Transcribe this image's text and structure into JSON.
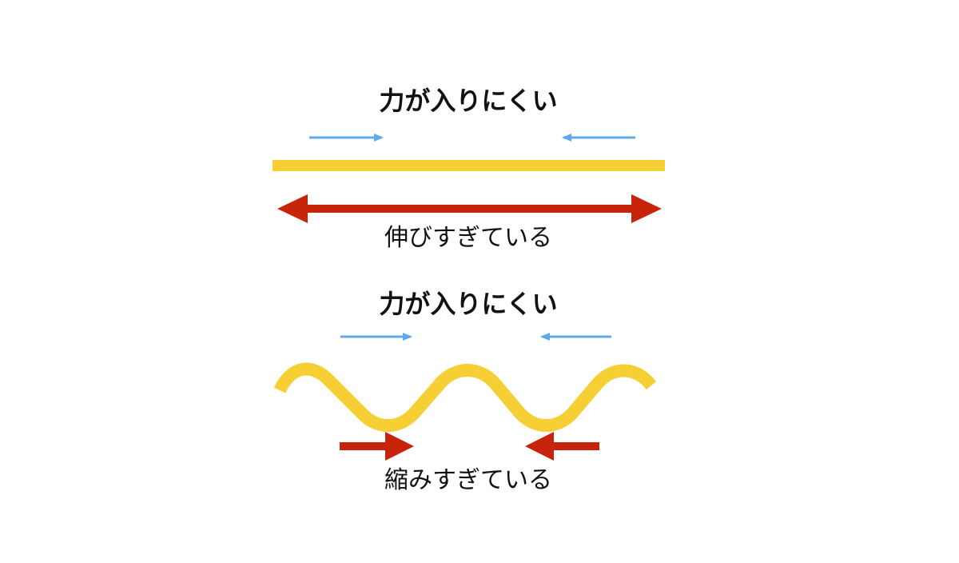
{
  "diagram": {
    "panels": [
      {
        "heading": "力が入りにくい",
        "caption": "伸びすぎている",
        "muscle_shape": "straight"
      },
      {
        "heading": "力が入りにくい",
        "caption": "縮みすぎている",
        "muscle_shape": "wavy"
      }
    ],
    "colors": {
      "muscle": "#F5CF33",
      "force_arrow": "#5DA9E9",
      "state_arrow": "#C8240C",
      "text": "#111111",
      "background": "#FFFFFF"
    },
    "icons": {
      "force_arrow": "small-arrow-icon",
      "state_arrow": "large-arrow-icon"
    }
  }
}
